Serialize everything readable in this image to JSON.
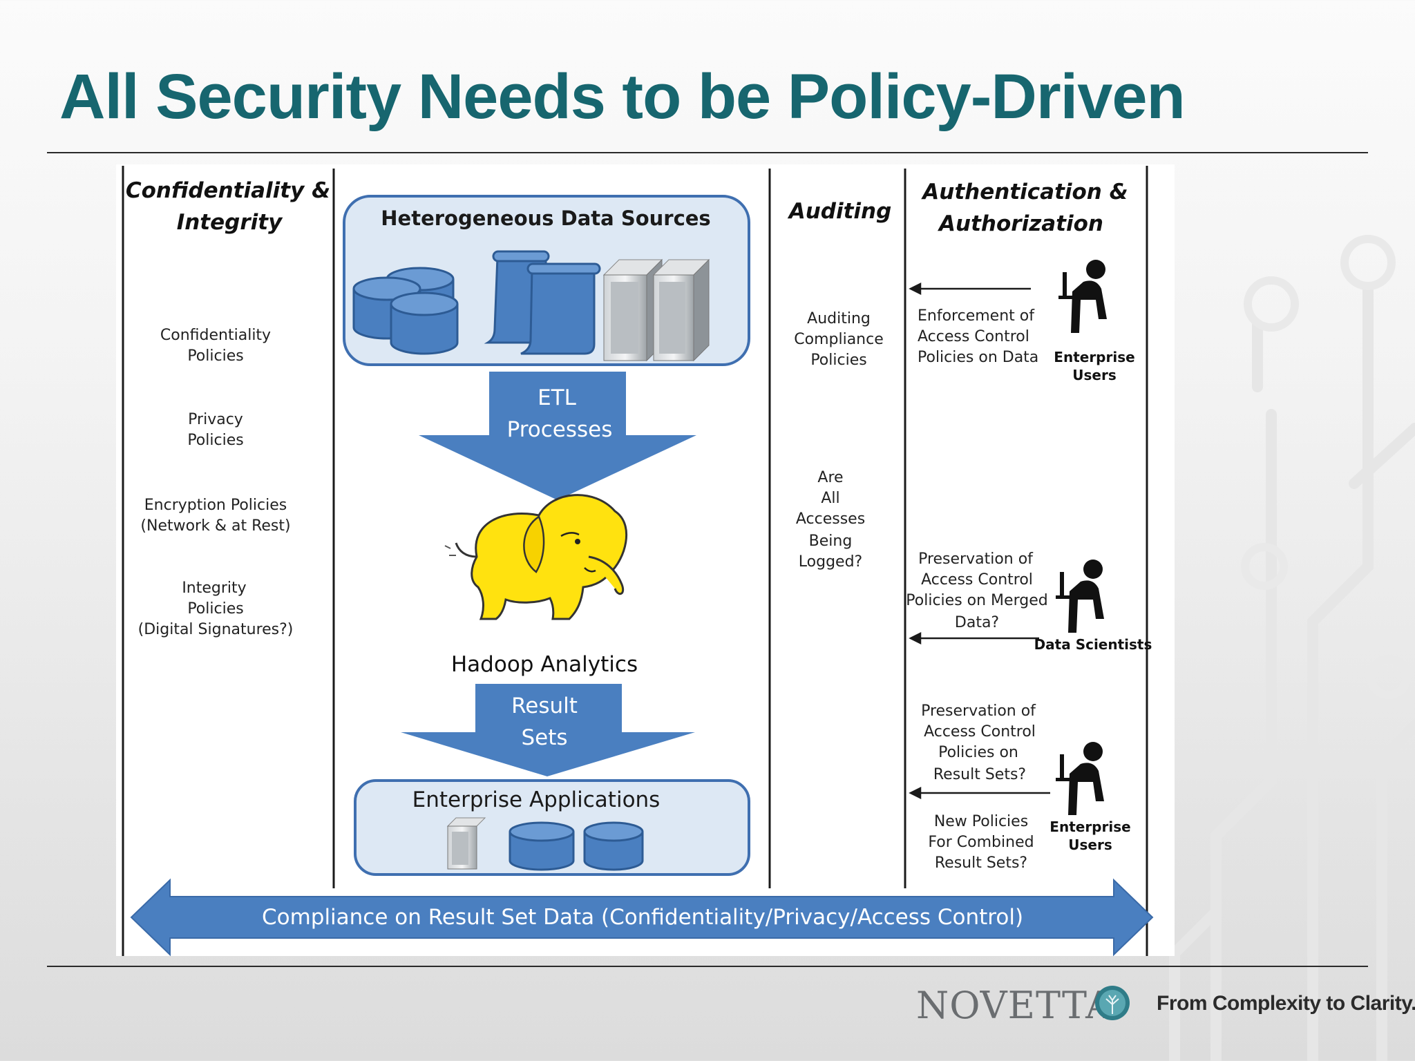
{
  "title": "All Security Needs to be Policy-Driven",
  "columns": {
    "confidentiality": {
      "header": [
        "Confidentiality &",
        "Integrity"
      ],
      "items": [
        [
          "Confidentiality",
          "Policies"
        ],
        [
          "Privacy",
          "Policies"
        ],
        [
          "Encryption  Policies",
          "(Network  & at Rest)"
        ],
        [
          "Integrity",
          "Policies",
          "(Digital Signatures?)"
        ]
      ]
    },
    "center": {
      "data_sources": "Heterogeneous Data Sources",
      "etl": [
        "ETL",
        "Processes"
      ],
      "hadoop": "Hadoop Analytics",
      "result_sets": [
        "Result",
        "Sets"
      ],
      "enterprise_apps": "Enterprise Applications"
    },
    "auditing": {
      "header": "Auditing",
      "items": [
        [
          "Auditing",
          "Compliance",
          "Policies"
        ],
        [
          "Are",
          "All",
          "Accesses",
          "Being",
          "Logged?"
        ]
      ]
    },
    "auth": {
      "header": [
        "Authentication &",
        "Authorization"
      ],
      "items": [
        [
          "Enforcement  of",
          "Access Control",
          "Policies on Data"
        ],
        [
          "Preservation  of",
          "Access Control",
          "Policies on Merged",
          "Data?"
        ],
        [
          "Preservation  of",
          "Access Control",
          "Policies on",
          "Result Sets?"
        ],
        [
          "New Policies",
          "For Combined",
          "Result Sets?"
        ]
      ],
      "actors": [
        [
          "Enterprise",
          "Users"
        ],
        [
          "Data Scientists"
        ],
        [
          "Enterprise",
          "Users"
        ]
      ]
    }
  },
  "compliance_banner": "Compliance on Result Set Data (Confidentiality/Privacy/Access Control)",
  "footer": {
    "logo": "NOVETTA",
    "tagline": "From Complexity to Clarity."
  },
  "colors": {
    "title": "#17666f",
    "arrow_blue": "#4a7fc0",
    "box_fill": "#dde8f4",
    "box_stroke": "#3f6fb0",
    "elephant": "#ffe20f"
  }
}
